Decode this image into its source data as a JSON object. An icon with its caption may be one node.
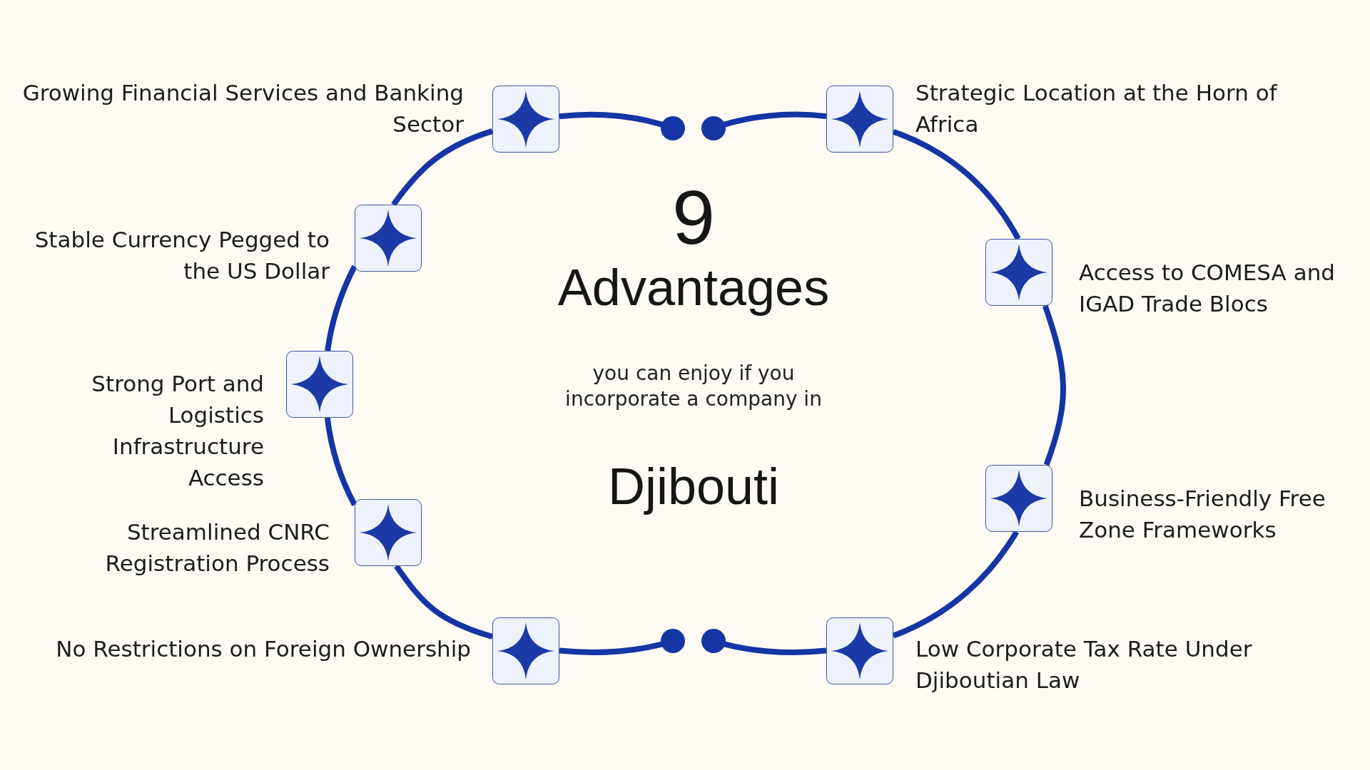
{
  "diagram": {
    "title": "9 Advantages",
    "nodes": [
      {
        "text": [
          "Growing Financial Services and Banking Sector"
        ]
      },
      {
        "text": [
          "Strategic Location at the Horn of Africa"
        ]
      },
      {
        "text": [
          "Stable Currency Pegged to the US Dollar"
        ]
      },
      {
        "text": [
          "Access to COMESA and IGAD Trade Blocs"
        ]
      },
      {
        "text": [
          "Strong Port and Logistics Infrastructure Access"
        ]
      },
      {
        "text": [
          "Business-Friendly Free Zone Frameworks"
        ]
      },
      {
        "text": [
          "Streamlined CNRC Registration Process"
        ]
      },
      {
        "text": [
          "No Restrictions on Foreign Ownership"
        ]
      },
      {
        "text": [
          "Low Corporate Tax Rate Under Djiboutian Law"
        ]
      }
    ],
    "edges": [
      {
        "from": 0,
        "to": null,
        "arrow": "other"
      },
      {
        "from": 0,
        "to": 2,
        "arrow": "none"
      },
      {
        "from": 2,
        "to": 4,
        "arrow": "none"
      },
      {
        "from": 4,
        "to": 6,
        "arrow": "none"
      },
      {
        "from": 6,
        "to": 7,
        "arrow": "none"
      },
      {
        "from": 7,
        "to": null,
        "arrow": "other"
      },
      {
        "from": 1,
        "to": null,
        "arrow": "other"
      },
      {
        "from": 1,
        "to": 3,
        "arrow": "none"
      },
      {
        "from": 3,
        "to": 5,
        "arrow": "none"
      },
      {
        "from": 5,
        "to": 8,
        "arrow": "none"
      },
      {
        "from": 8,
        "to": null,
        "arrow": "other"
      }
    ],
    "labels": [
      "you can enjoy if you incorporate a company in",
      "Djibouti"
    ]
  }
}
